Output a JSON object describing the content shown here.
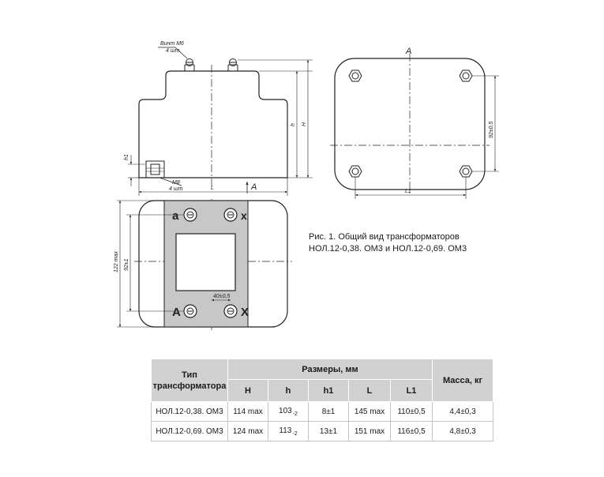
{
  "drawing": {
    "side_view": {
      "screw_note": [
        "Винт М6",
        "4 шт"
      ],
      "bottom_screw_note": [
        "М8",
        "4 шт"
      ],
      "dim_h1": "h1",
      "dim_h": "h",
      "dim_H": "H",
      "dim_L": "L",
      "section_mark": "A"
    },
    "top_view": {
      "view_mark": "A",
      "dim_L1": "L1",
      "dim_92": "92±0,5"
    },
    "front_view": {
      "terminal_a": "a",
      "terminal_x": "x",
      "terminal_A": "A",
      "terminal_X": "X",
      "dim_width_max": "122 max",
      "dim_width": "92±1",
      "dim_40": "40±0,5"
    }
  },
  "caption": {
    "line1": "Рис. 1. Общий вид трансформаторов",
    "line2": "НОЛ.12-0,38. ОМ3 и НОЛ.12-0,69. ОМ3"
  },
  "table": {
    "header_type": "Тип трансформатора",
    "header_dims": "Размеры, мм",
    "header_mass": "Масса, кг",
    "columns": [
      "H",
      "h",
      "h1",
      "L",
      "L1"
    ],
    "rows": [
      {
        "type": "НОЛ.12-0,38. ОМ3",
        "H": "114 max",
        "h": "103",
        "h_tol": "-2",
        "h1": "8±1",
        "L": "145 max",
        "L1": "110±0,5",
        "mass": "4,4±0,3"
      },
      {
        "type": "НОЛ.12-0,69. ОМ3",
        "H": "124 max",
        "h": "113",
        "h_tol": "-2",
        "h1": "13±1",
        "L": "151 max",
        "L1": "116±0,5",
        "mass": "4,8±0,3"
      }
    ]
  }
}
